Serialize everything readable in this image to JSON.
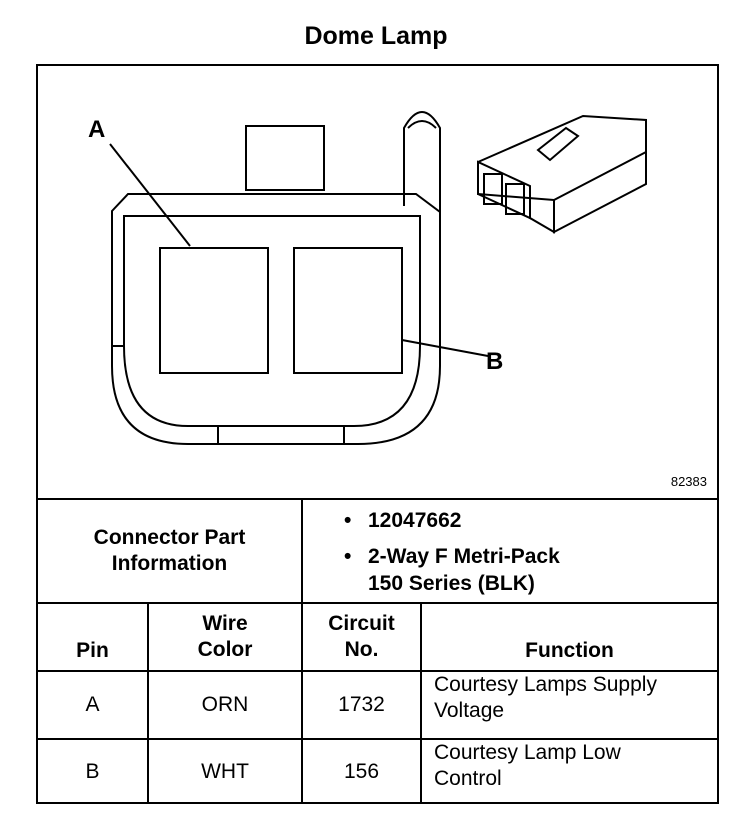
{
  "title": "Dome Lamp",
  "drawing_number": "82383",
  "diagram_labels": {
    "a": "A",
    "b": "B"
  },
  "connector_info": {
    "label_line1": "Connector Part",
    "label_line2": "Information",
    "part_number": "12047662",
    "description_line1": "2-Way F Metri-Pack",
    "description_line2": "150 Series (BLK)"
  },
  "table": {
    "headers": {
      "pin": "Pin",
      "wire_color_line1": "Wire",
      "wire_color_line2": "Color",
      "circuit_line1": "Circuit",
      "circuit_line2": "No.",
      "function": "Function"
    },
    "rows": [
      {
        "pin": "A",
        "wire_color": "ORN",
        "circuit": "1732",
        "function_line1": "Courtesy Lamps Supply",
        "function_line2": "Voltage"
      },
      {
        "pin": "B",
        "wire_color": "WHT",
        "circuit": "156",
        "function_line1": "Courtesy Lamp Low",
        "function_line2": "Control"
      }
    ]
  }
}
